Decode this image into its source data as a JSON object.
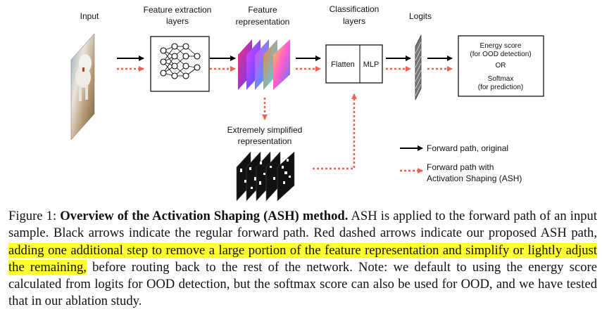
{
  "figure": {
    "labels": {
      "input": "Input",
      "feature_extraction_1": "Feature extraction",
      "feature_extraction_2": "layers",
      "feature_rep_1": "Feature",
      "feature_rep_2": "representation",
      "classification_1": "Classification",
      "classification_2": "layers",
      "logits": "Logits",
      "flatten": "Flatten",
      "mlp": "MLP",
      "output_1": "Energy score",
      "output_2": "(for OOD detection)",
      "output_3": "OR",
      "output_4": "Softmax",
      "output_5": "(for prediction)",
      "simplified_1": "Extremely simplified",
      "simplified_2": "representation"
    },
    "legend": {
      "original": "Forward path, original",
      "ash_1": "Forward path with",
      "ash_2": "Activation Shaping (ASH)"
    },
    "colors": {
      "black_arrow": "#000000",
      "red_arrow": "#f0624d",
      "highlight": "#ffff33"
    }
  },
  "caption": {
    "label": "Figure 1:",
    "title": "Overview of the Activation Shaping (ASH) method.",
    "text_1": "ASH is applied to the forward path of an input sample. Black arrows indicate the regular forward path. Red dashed arrows indicate our proposed ASH path,",
    "highlighted": "adding one additional step to remove a large portion of the feature representation and simplify or lightly adjust the remaining,",
    "text_2": "before routing back to the rest of the network. Note: we default to using the energy score calculated from logits for OOD detection, but the softmax score can also be used for OOD, and we have tested that in our ablation study."
  }
}
